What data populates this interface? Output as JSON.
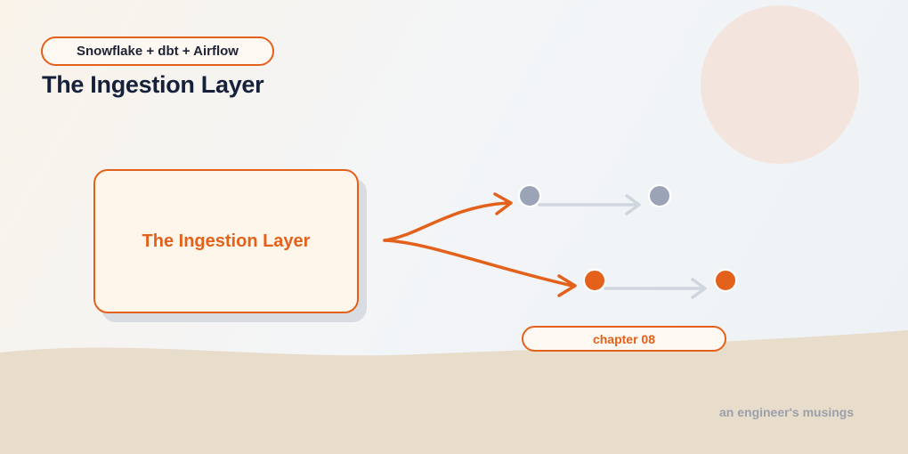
{
  "header": {
    "tag": "Snowflake + dbt + Airflow",
    "title": "The Ingestion Layer"
  },
  "diagram": {
    "source_box_label": "The Ingestion Layer",
    "branches": [
      {
        "id": "upper",
        "color": "#9aa4b6"
      },
      {
        "id": "lower",
        "color": "#e4611b"
      }
    ]
  },
  "chapter": {
    "label": "chapter 08"
  },
  "footer": {
    "signature": "an engineer's musings"
  },
  "colors": {
    "accent": "#e4611b",
    "title": "#16203a",
    "sand": "#e8dccb",
    "sun": "#f3e2d8",
    "muted_node": "#9aa4b6",
    "connector": "#cfd6de"
  }
}
